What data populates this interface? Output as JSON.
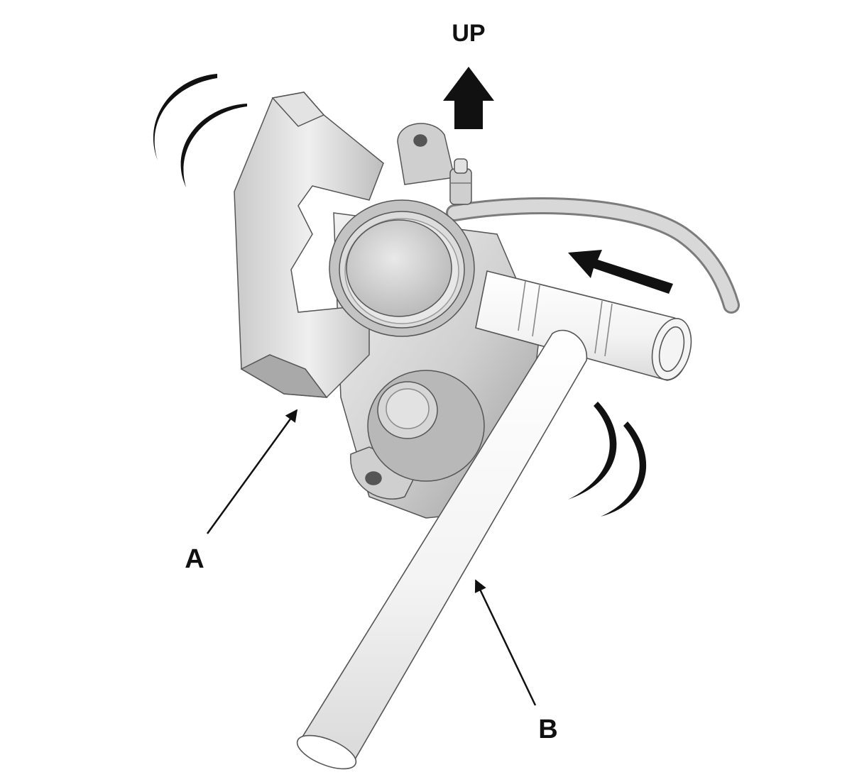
{
  "labels": {
    "up": "UP",
    "a": "A",
    "b": "B"
  },
  "colors": {
    "ink": "#111111",
    "body_light": "#e8e8e8",
    "body_mid": "#c6c6c6",
    "body_dark": "#8e8e8e",
    "tool_fill": "#fbfbfb"
  }
}
